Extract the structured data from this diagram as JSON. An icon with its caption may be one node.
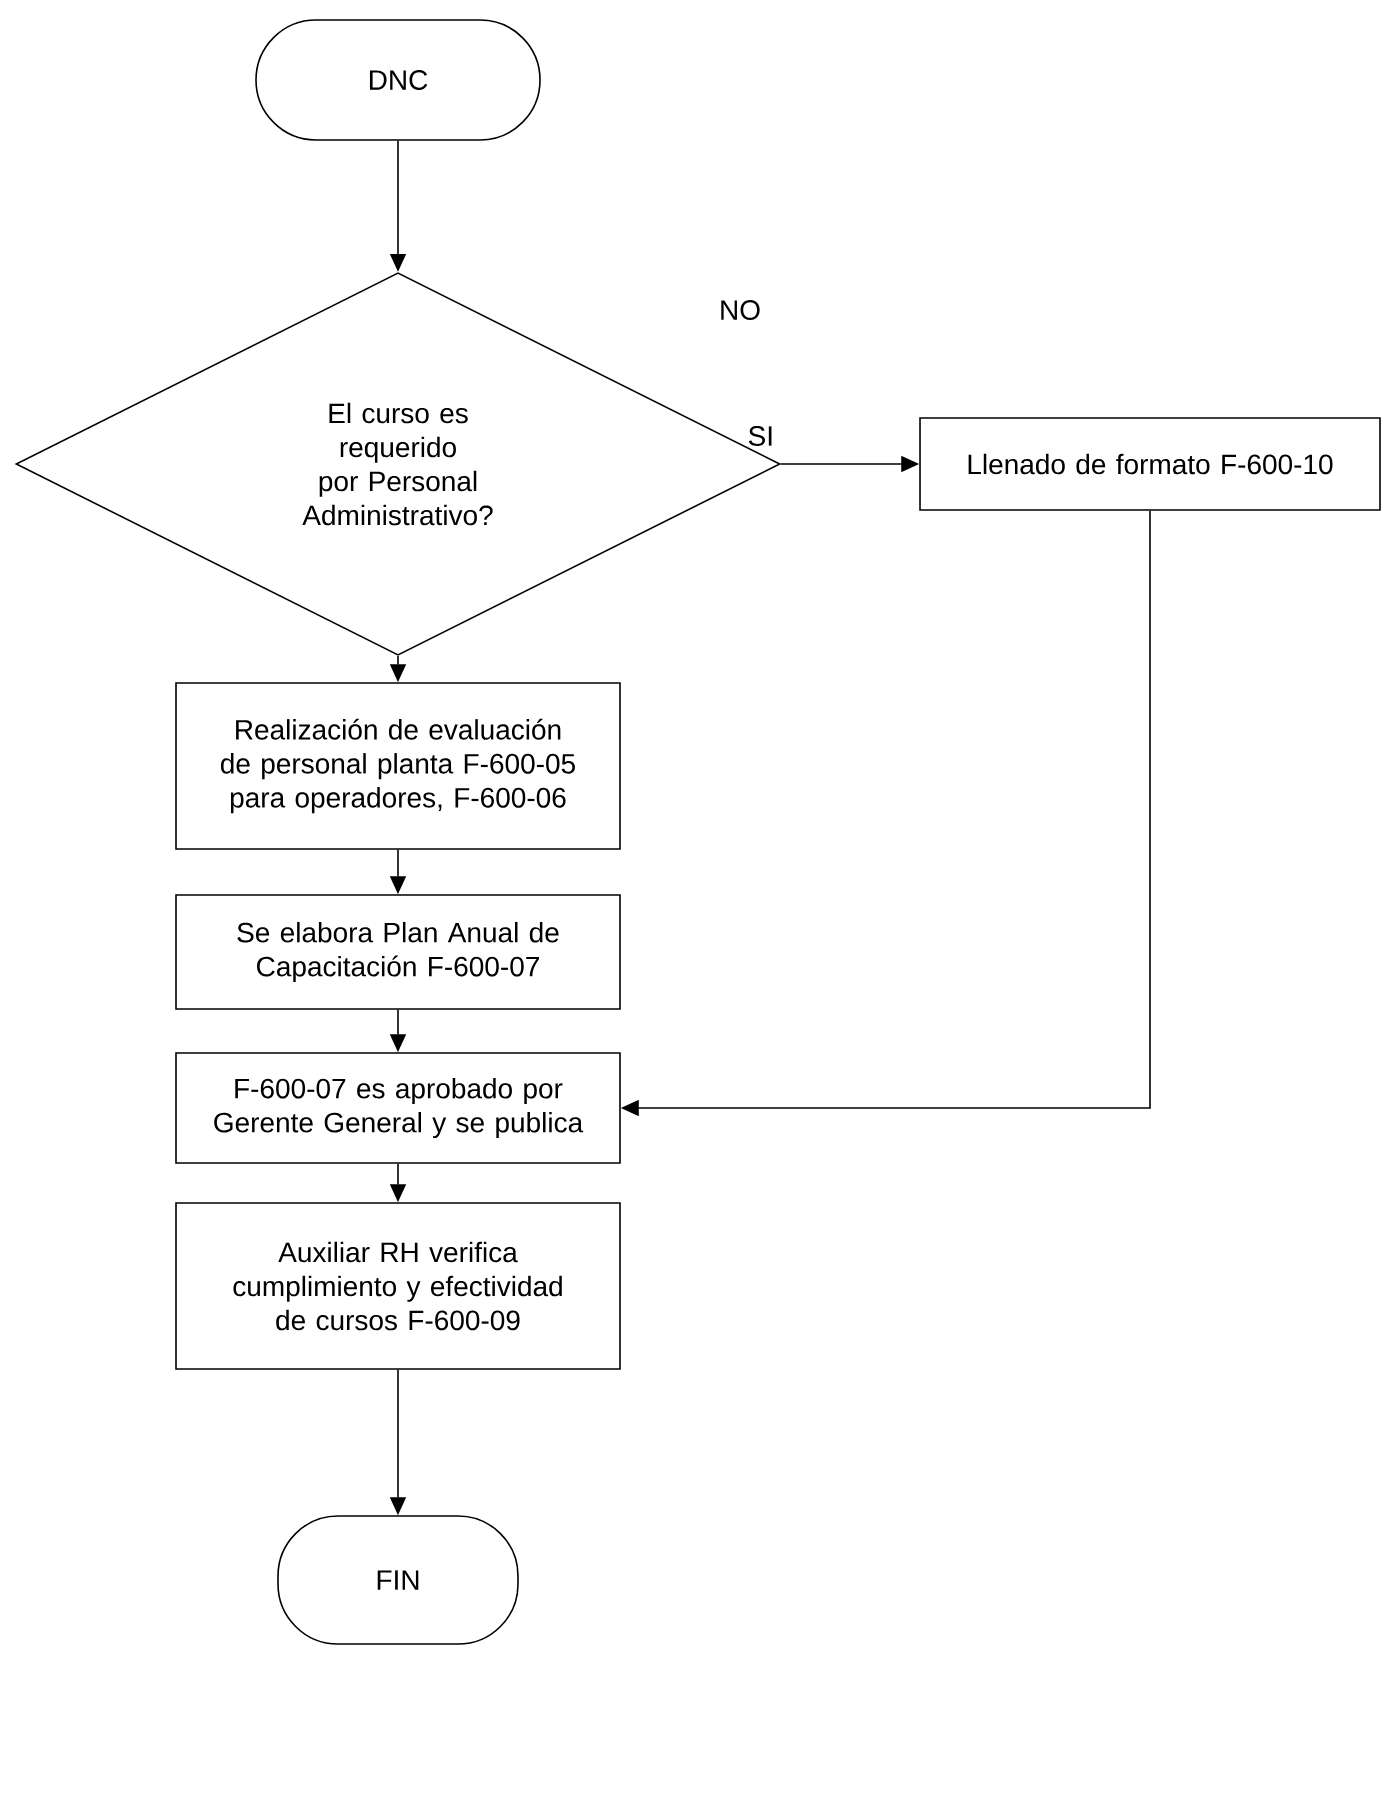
{
  "diagram": {
    "nodes": [
      {
        "text": [
          "DNC"
        ]
      },
      {
        "text": [
          "El curso es requerido por Personal Administrativo?"
        ]
      },
      {
        "text": [
          "Llenado de formato F-600-10"
        ]
      },
      {
        "text": [
          "Realización de evaluación de personal planta F-600-05 para operadores, F-600-06"
        ]
      },
      {
        "text": [
          "Se elabora Plan Anual de Capacitación F-600-07"
        ]
      },
      {
        "text": [
          "F-600-07 es aprobado por Gerente General y se publica"
        ]
      },
      {
        "text": [
          "Auxiliar RH verifica cumplimiento y efectividad de cursos F-600-09"
        ]
      },
      {
        "text": [
          "FIN"
        ]
      }
    ],
    "edges": [
      {
        "from": 0,
        "to": 1,
        "arrow": "to"
      },
      {
        "from": 1,
        "to": 2,
        "arrow": "to",
        "label": "SI"
      },
      {
        "from": 1,
        "to": 3,
        "arrow": "to"
      },
      {
        "from": 3,
        "to": 4,
        "arrow": "to"
      },
      {
        "from": 4,
        "to": 5,
        "arrow": "to"
      },
      {
        "from": 2,
        "to": 5,
        "arrow": "to"
      },
      {
        "from": 5,
        "to": 6,
        "arrow": "to"
      },
      {
        "from": 6,
        "to": 7,
        "arrow": "to"
      }
    ],
    "labels": [
      "NO"
    ]
  }
}
